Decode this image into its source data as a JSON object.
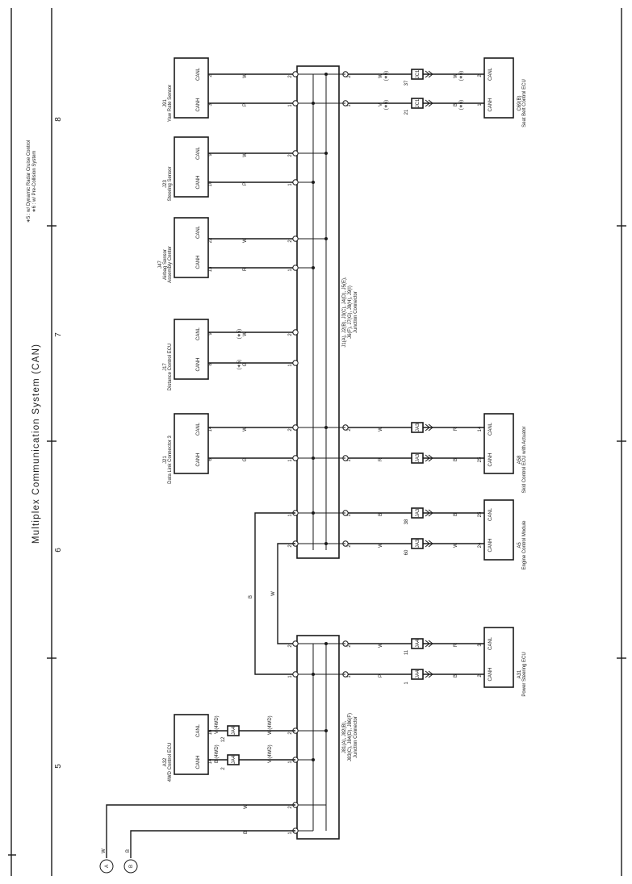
{
  "title": "Multiplex Communication System (CAN)",
  "notes": [
    "∗5 : w/ Dynamic Radar Cruise Control",
    "∗6 : w/ Pre-Collision System"
  ],
  "zones": [
    "5",
    "6",
    "7",
    "8"
  ],
  "connectors": {
    "j1": [
      "J1(A), J2(B), J3(C), J4(D), J5(E),",
      "J6(F), J7(G), J8(H), J9(I)",
      "Junction Connector"
    ],
    "j81": [
      "J81(A), J82(B),",
      "J83(C), J84(D), J86(F)",
      "Junction Connector"
    ],
    "pin_a": "A",
    "pin_b": "B"
  },
  "components": [
    {
      "id": "j91",
      "name": [
        "J91",
        "Yaw Rate Sensor"
      ],
      "p1": "CANH",
      "p2": "CANL",
      "n1": "3",
      "n2": "2"
    },
    {
      "id": "j23",
      "name": [
        "J23",
        "Steering Sensor"
      ],
      "p1": "CANH",
      "p2": "CANL",
      "n1": "10",
      "n2": "9"
    },
    {
      "id": "j47",
      "name": [
        "J47",
        "Airbag Sensor",
        "Assembly Center"
      ],
      "p1": "CANH",
      "p2": "CANL",
      "n1": "13",
      "n2": "22"
    },
    {
      "id": "j17",
      "name": [
        "J17",
        "Distance Control ECU"
      ],
      "p1": "CANH",
      "p2": "CANL",
      "n1": "8",
      "n2": "9"
    },
    {
      "id": "j21",
      "name": [
        "J21",
        "Data Link Connector 3"
      ],
      "p1": "CANH",
      "p2": "CANL",
      "n1": "6",
      "n2": "14"
    },
    {
      "id": "a32",
      "name": [
        "A32",
        "4WD Control ECU"
      ],
      "p1": "CANH",
      "p2": "CANL",
      "n1": "14",
      "n2": "16"
    },
    {
      "id": "c69",
      "name": [
        "C69(B)",
        "Seat Belt Control ECU"
      ],
      "p1": "CANH",
      "p2": "CANL",
      "n1": "1",
      "n2": "2"
    },
    {
      "id": "a58",
      "name": [
        "A58",
        "Skid Control ECU with Actuator"
      ],
      "p1": "CANH",
      "p2": "CANL",
      "n1": "25",
      "n2": "14"
    },
    {
      "id": "a5",
      "name": [
        "A5",
        "Engine Control Module"
      ],
      "p1": "CANH",
      "p2": "CANL",
      "n1": "25",
      "n2": "24"
    },
    {
      "id": "a31",
      "name": [
        "A31",
        "Power Steering ECU"
      ],
      "p1": "CANH",
      "p2": "CANL",
      "n1": "2",
      "n2": "3"
    }
  ],
  "wires": {
    "yaw_h": "P",
    "yaw_l": "W",
    "str_h": "P",
    "str_l": "W",
    "air_h": "R",
    "air_l": "W",
    "dist_h": "G",
    "dist_l": "W",
    "dist_note_h": "(∗5)",
    "dist_note_l": "(∗5)",
    "dlc_h": "G",
    "dlc_l": "W",
    "j1_out_b": "B",
    "j1_out_w": "W",
    "main_w": "W",
    "main_b": "B",
    "ecu4wd_h1": "B",
    "ecu4wd_h2": "V",
    "ecu4wd_l1": "V",
    "ecu4wd_l2": "W",
    "ecu4wd_note": "(4WD)",
    "seat_h1": "V",
    "seat_h2": "B",
    "seat_l1": "W",
    "seat_l2": "W",
    "seat_note": "(∗6)",
    "skid_h1": "R",
    "skid_h2": "B",
    "skid_l1": "W",
    "skid_l2": "R",
    "eng_h1": "B",
    "eng_h2": "B",
    "eng_l1": "W",
    "eng_l2": "W",
    "ps_h1": "P",
    "ps_h2": "B",
    "ps_l1": "W",
    "ps_l2": "R"
  },
  "inline": {
    "ja4_1": "JA4",
    "ja4_1_pin": "2",
    "ja4_2": "JA4",
    "ja4_2_pin": "12",
    "jc1_1": "JC1",
    "jc1_1_pin": "21",
    "jc1_2": "JC1",
    "jc1_2_pin": "37",
    "ja3_1": "JA3",
    "ja3_1_pin": "",
    "ja3_2": "JA3",
    "ja3_2_pin": "",
    "ja3_3": "JA3",
    "ja3_3_pin": "38",
    "ja3_4": "JA3",
    "ja3_4_pin": "60",
    "ja4_3": "JA4",
    "ja4_3_pin": "1",
    "ja4_4": "JA4",
    "ja4_4_pin": "11"
  },
  "pin_labels": {
    "e1": "1",
    "e2": "2",
    "d1": "1",
    "d2": "2",
    "c1": "1",
    "c2": "2",
    "i1": "1",
    "i2": "2",
    "h1": "1",
    "h2": "2",
    "g1": "1",
    "g2": "2",
    "b1": "1",
    "b2": "2",
    "a1": "1",
    "a2": "2",
    "f1": "1",
    "f2": "2",
    "k1": "1",
    "k2": "2",
    "l1": "1",
    "l2": "2",
    "m1": "1",
    "m2": "2",
    "n1": "1",
    "n2": "2"
  }
}
